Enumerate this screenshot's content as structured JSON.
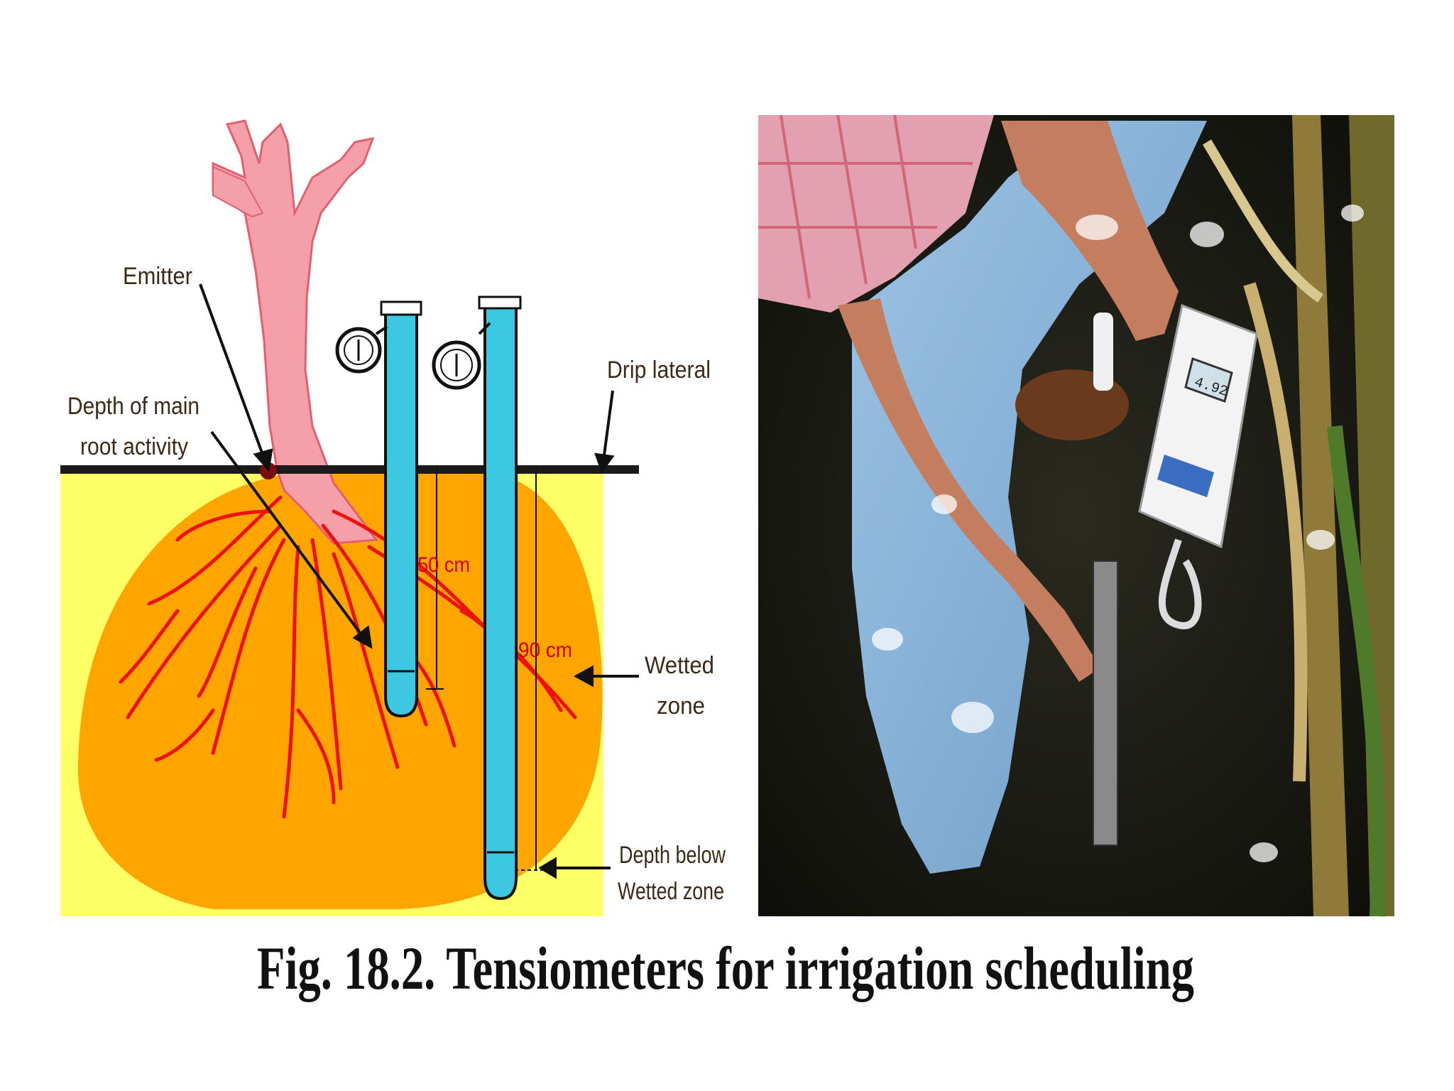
{
  "diagram": {
    "labels": {
      "emitter": "Emitter",
      "depth_main_line1": "Depth of main",
      "depth_main_line2": "root activity",
      "drip_lateral": "Drip lateral",
      "depth_50": "50 cm",
      "depth_90": "90 cm",
      "wetted_line1": "Wetted",
      "wetted_line2": "zone",
      "below_line1": "Depth below",
      "below_line2": "Wetted zone"
    },
    "colors": {
      "soil_bg": "#ffff66",
      "wetted_zone": "#ffa500",
      "tree": "#f5a0a8",
      "roots": "#ee1111",
      "tube": "#3cc8e0",
      "lateral": "#1a1a1a",
      "emitter": "#7a0d0d"
    }
  },
  "photo": {
    "device_reading": "4.92"
  },
  "caption": "Fig. 18.2. Tensiometers for irrigation scheduling"
}
